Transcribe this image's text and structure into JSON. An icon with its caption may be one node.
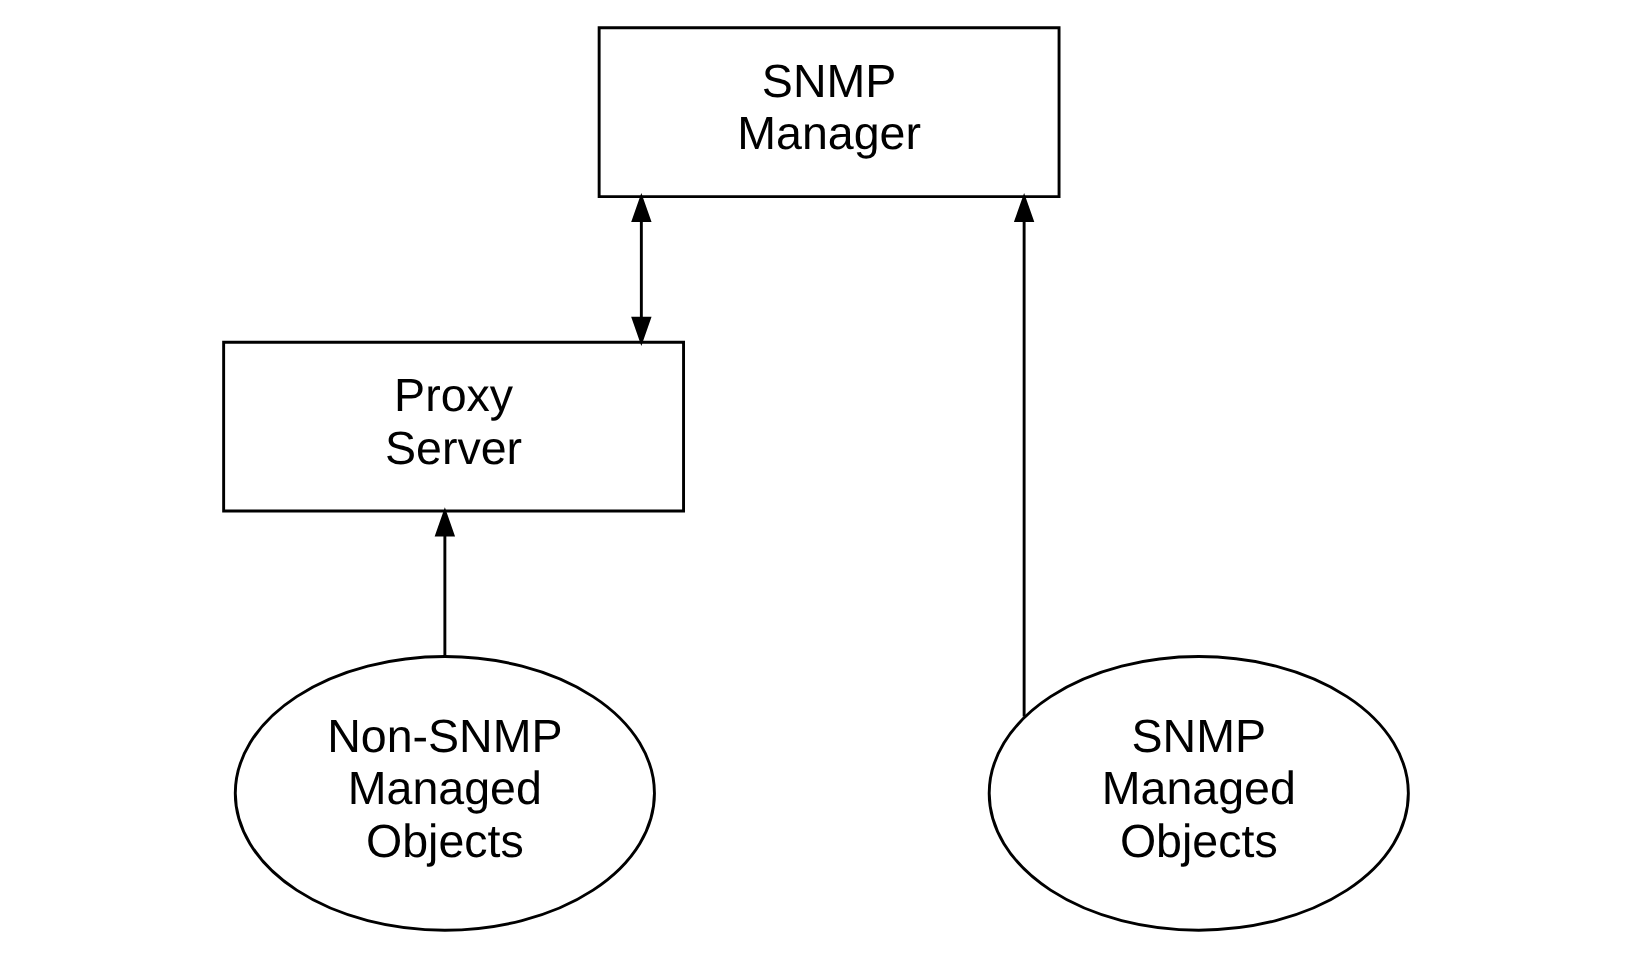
{
  "diagram": {
    "nodes": [
      {
        "text": [
          "SNMP Manager"
        ]
      },
      {
        "text": [
          "Proxy Server"
        ]
      },
      {
        "text": [
          "Non-SNMP Managed Objects"
        ]
      },
      {
        "text": [
          "SNMP Managed Objects"
        ]
      }
    ],
    "edges": [
      {
        "from": 1,
        "to": 0,
        "arrow": "both"
      },
      {
        "from": 2,
        "to": 1,
        "arrow": "to"
      },
      {
        "from": 3,
        "to": 0,
        "arrow": "to"
      }
    ]
  }
}
